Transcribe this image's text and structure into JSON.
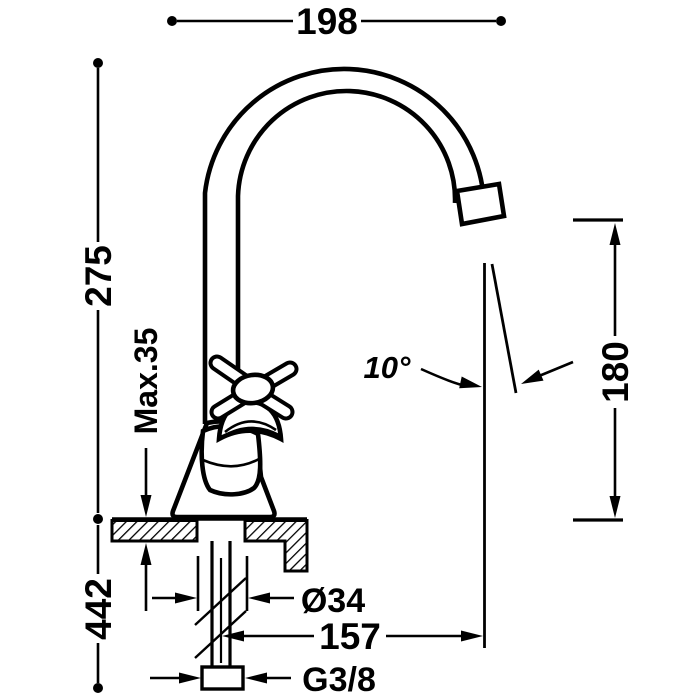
{
  "drawing": {
    "title": "faucet-dimension-drawing",
    "background": "#ffffff",
    "ink": "#000000",
    "dims": {
      "spout_width": "198",
      "height_to_outlet": "275",
      "total_height": "442",
      "max_deck_thickness": "Max.35",
      "outlet_clearance": "180",
      "spout_angle": "10°",
      "hole_diameter": "Ø34",
      "reach": "157",
      "inlet_thread": "G3/8"
    }
  }
}
